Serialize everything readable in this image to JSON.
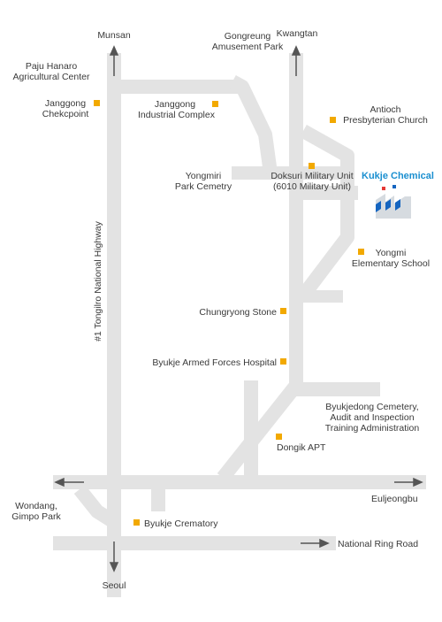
{
  "map": {
    "colors": {
      "road": "#e3e3e3",
      "arrow": "#555555",
      "marker": "#f2a900",
      "brand": "#1a8fd0",
      "factory_blue": "#1565c0",
      "factory_gray": "#d6dbe0"
    },
    "icons": {
      "landmark": "orange-square-marker",
      "company": "factory-icon"
    },
    "labels": {
      "munsan": "Munsan",
      "gongreung": "Gongreung\nAmusement Park",
      "kwangtan": "Kwangtan",
      "paju": "Paju Hanaro\nAgricultural Center",
      "janggong_checkpoint": "Janggong\nChekcpoint",
      "janggong_industrial": "Janggong\nIndustrial Complex",
      "antioch": "Antioch\nPresbyterian Church",
      "yongmiri": "Yongmiri\nPark Cemetry",
      "doksuri": "Doksuri Military Unit\n(6010 Military Unit)",
      "kukje": "Kukje Chemical",
      "yongmi_school": "Yongmi\nElementary School",
      "highway": "#1 Tongilro National Highway",
      "chungryong": "Chungryong Stone",
      "byukje_hospital": "Byukje Armed Forces Hospital",
      "byukjedong": "Byukjedong Cemetery,\nAudit and Inspection\nTraining Administration",
      "dongik": "Dongik APT",
      "wondang": "Wondang,\nGimpo Park",
      "euljeongbu": "Euljeongbu",
      "byukje_crematory": "Byukje Crematory",
      "ring_road": "National Ring Road",
      "seoul": "Seoul"
    }
  }
}
